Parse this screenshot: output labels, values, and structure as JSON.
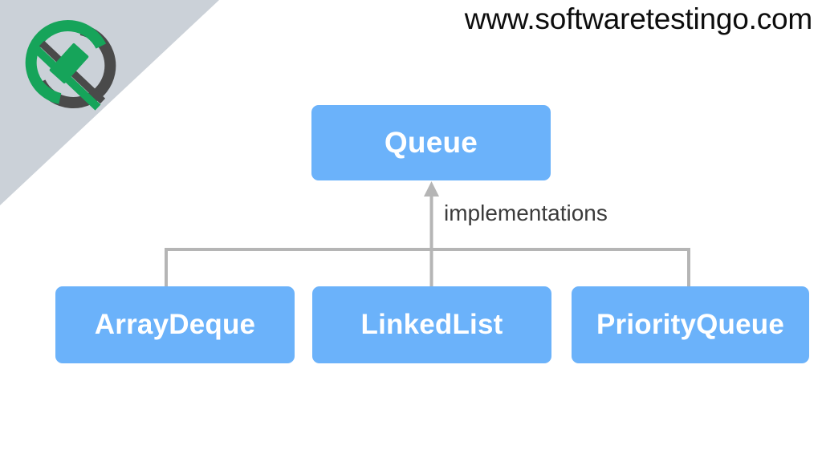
{
  "page": {
    "site_url": "www.softwaretestingo.com",
    "background_color": "#ffffff"
  },
  "decoration": {
    "corner_triangle_color": "#cbd1d8",
    "logo": {
      "name": "softwaretestingo-logo",
      "arc_dark_color": "#4a4a4a",
      "arc_green_color": "#16a45a"
    }
  },
  "diagram": {
    "type": "hierarchy",
    "root": {
      "label": "Queue",
      "fill": "#6bb2fa",
      "text_color": "#ffffff"
    },
    "edge_label": "implementations",
    "edge_color": "#b5b5b5",
    "children": [
      {
        "label": "ArrayDeque",
        "fill": "#6bb2fa",
        "text_color": "#ffffff"
      },
      {
        "label": "LinkedList",
        "fill": "#6bb2fa",
        "text_color": "#ffffff"
      },
      {
        "label": "PriorityQueue",
        "fill": "#6bb2fa",
        "text_color": "#ffffff"
      }
    ]
  }
}
